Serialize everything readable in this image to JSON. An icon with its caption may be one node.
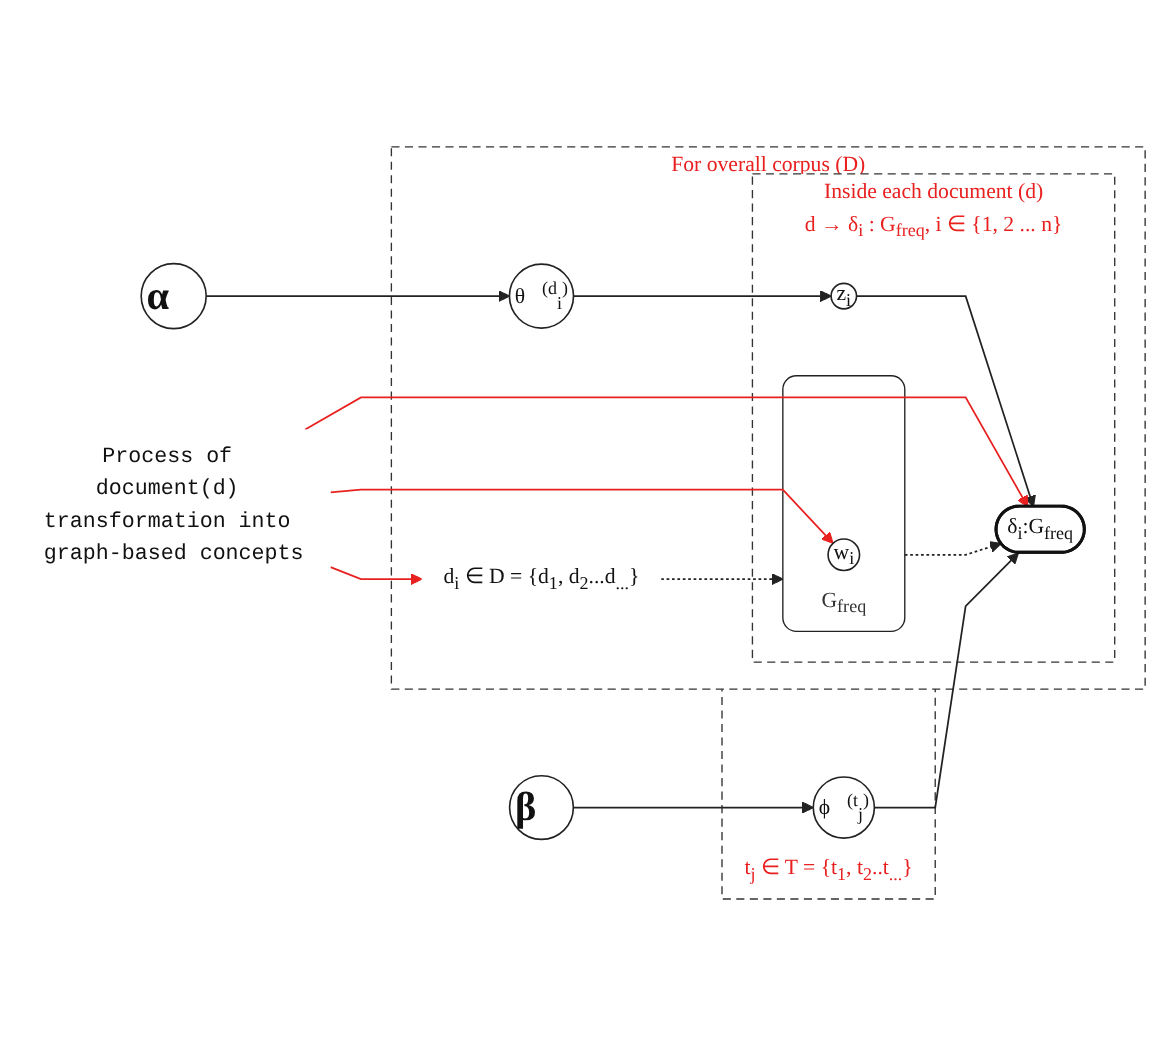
{
  "diagram": {
    "nodes": [
      {
        "text": [
          "α⃗"
        ]
      },
      {
        "text": [
          "For overall corpus (D)"
        ]
      },
      {
        "text": [
          "θ⃗$^{(d}$$_{i}$$^{)}$"
        ],
        "in": 1
      },
      {
        "text": [
          "Inside each document (d)",
          "d → δ$_{i}$ : G$_{freq}$, i ∈ {1, 2 ... n}"
        ],
        "in": 1
      },
      {
        "text": [
          "z$_{i}$"
        ],
        "in": 3
      },
      {
        "text": [
          "δ$_{i}$:G$_{freq}$"
        ],
        "in": 3
      },
      {
        "text": [
          "G$_{freq}$"
        ],
        "in": 3
      },
      {
        "text": [
          "w$_{i}$"
        ],
        "in": 6
      },
      {
        "text": [
          "d$_{i}$ ∈ D = {d$_{1}$, d$_{2}$...d$_{...}$}"
        ],
        "in": 1
      },
      {
        "text": [
          "β⃗"
        ]
      },
      {
        "text": [
          "t$_{j}$ ∈ T = {t$_{1}$, t$_{2}$..t$_{...}$}"
        ]
      },
      {
        "text": [
          "ϕ⃗$^{(t}$$_{j}$$^{)}$"
        ],
        "in": 10
      },
      {
        "text": [
          "Process of document(d) transformation into graph-based concepts"
        ]
      }
    ],
    "edges": [
      {
        "from": 0,
        "to": 2,
        "arrow": "to"
      },
      {
        "from": 2,
        "to": 4,
        "arrow": "to"
      },
      {
        "from": 4,
        "to": 5,
        "arrow": "to"
      },
      {
        "from": 6,
        "to": 5,
        "arrow": "to",
        "style": "dashed"
      },
      {
        "from": 9,
        "to": 11,
        "arrow": "to"
      },
      {
        "from": 11,
        "to": 5,
        "arrow": "to"
      },
      {
        "from": 8,
        "to": 6,
        "arrow": "to",
        "style": "dashed"
      },
      {
        "from": 12,
        "to": 5,
        "arrow": "to",
        "color": "#e8201f"
      },
      {
        "from": 12,
        "to": 7,
        "arrow": "to",
        "color": "#e8201f"
      },
      {
        "from": 12,
        "to": 8,
        "arrow": "to",
        "color": "#e8201f"
      }
    ]
  }
}
